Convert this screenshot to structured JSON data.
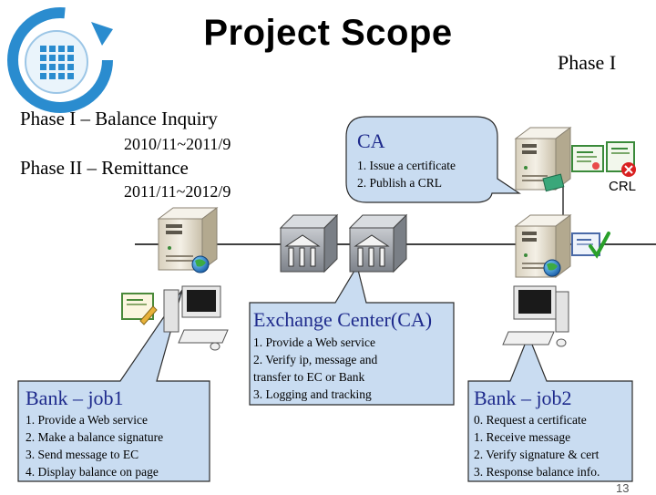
{
  "title": "Project Scope",
  "phase_tag": "Phase I",
  "phases": [
    {
      "label": "Phase I – Balance Inquiry",
      "dates": "2010/11~2011/9"
    },
    {
      "label": "Phase II – Remittance",
      "dates": "2011/11~2012/9"
    }
  ],
  "ca": {
    "title": "CA",
    "items": [
      "1. Issue a certificate",
      "2. Publish a CRL"
    ]
  },
  "crl_label": "CRL",
  "exchange": {
    "title": "Exchange Center(CA)",
    "items": [
      "1. Provide a Web service",
      "2. Verify ip, message and",
      "transfer to EC or Bank",
      "3. Logging and tracking"
    ]
  },
  "job1": {
    "title": "Bank – job1",
    "items": [
      "1. Provide a Web service",
      "2. Make a balance signature",
      "3. Send message to EC",
      "4. Display balance on page"
    ]
  },
  "job2": {
    "title": "Bank – job2",
    "items": [
      "0. Request a certificate",
      "1. Receive message",
      "2. Verify signature & cert",
      "3. Response balance info."
    ]
  },
  "page_number": "13",
  "colors": {
    "callout_fill": "#c9dcf1",
    "callout_border": "#2c2c2c",
    "callout_title": "#1e2a8c",
    "server_body": "#e7e1d2",
    "logo_blue": "#2a8ccf"
  },
  "icons": [
    "logo-icon",
    "server-icon",
    "building-icon",
    "globe-icon",
    "desktop-computer-icon",
    "certificate-icon",
    "checkmark-icon",
    "revoked-x-icon"
  ]
}
